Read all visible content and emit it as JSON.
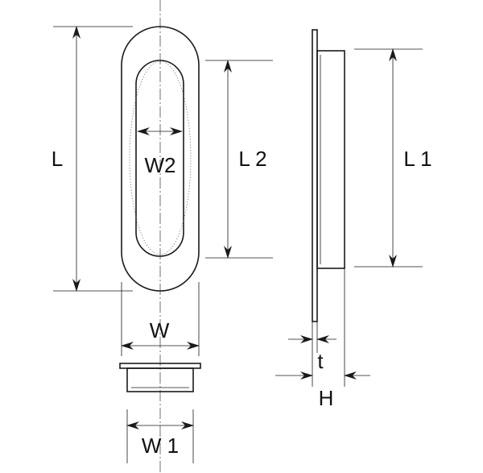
{
  "labels": {
    "L": "L",
    "W2": "W2",
    "L2": "L 2",
    "L1": "L 1",
    "W": "W",
    "t": "t",
    "H": "H",
    "W1": "W 1"
  },
  "colors": {
    "line": "#1a1a1a",
    "background": "#ffffff"
  }
}
